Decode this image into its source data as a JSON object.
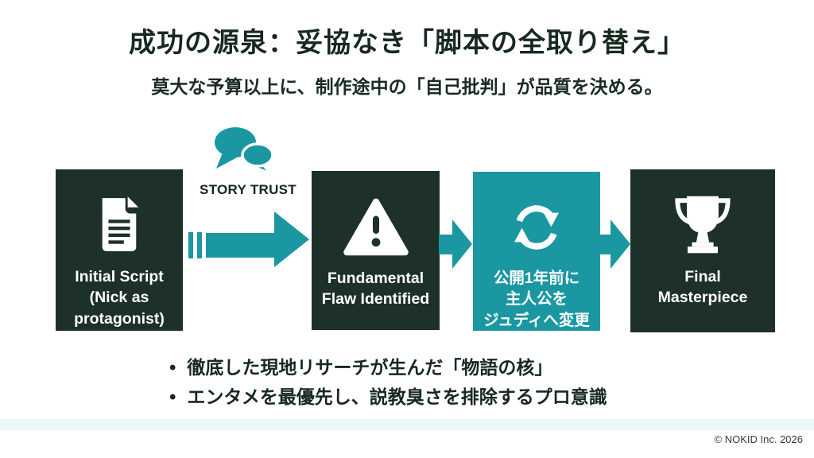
{
  "slide": {
    "title": "成功の源泉：妥協なき「脚本の全取り替え」",
    "subtitle": "莫大な予算以上に、制作途中の「自己批判」が品質を決める。",
    "copyright": "© NOKID Inc. 2026",
    "background": "#ffffff"
  },
  "colors": {
    "teal_accent": "#1b97a2",
    "dark_box": "#1d3029",
    "title_text": "#18291f",
    "box_text": "#ffffff"
  },
  "flow": {
    "annotation": {
      "icon": "chat-bubbles-icon",
      "label": "STORY TRUST"
    },
    "steps": [
      {
        "icon": "document-icon",
        "label": "Initial Script\n(Nick as\nprotagonist)",
        "bg": "#1d3029"
      },
      {
        "icon": "warning-icon",
        "label": "Fundamental\nFlaw Identified",
        "bg": "#1d3029"
      },
      {
        "icon": "refresh-icon",
        "label": "公開1年前に\n主人公を\nジュディへ変更",
        "bg": "#1b97a2"
      },
      {
        "icon": "trophy-icon",
        "label": "Final\nMasterpiece",
        "bg": "#1d3029"
      }
    ]
  },
  "bullets": {
    "marker": "•",
    "items": [
      "徹底した現地リサーチが生んだ「物語の核」",
      "エンタメを最優先し、説教臭さを排除するプロ意識"
    ]
  }
}
